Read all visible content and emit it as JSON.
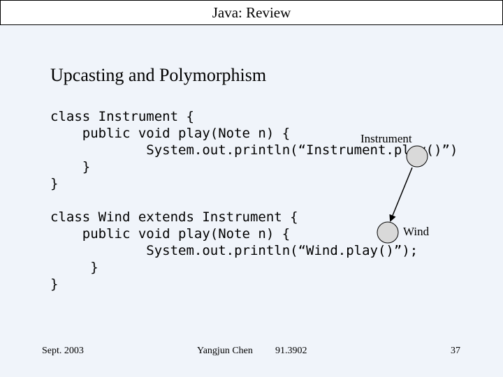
{
  "header": {
    "title": "Java: Review"
  },
  "slide": {
    "title": "Upcasting and Polymorphism",
    "code_block_1": [
      "class Instrument {",
      "    public void play(Note n) {",
      "            System.out.println(“Instrument.play()”)",
      "    }",
      "}"
    ],
    "code_block_2": [
      "class Wind extends Instrument {",
      "    public void play(Note n) {",
      "            System.out.println(“Wind.play()”);",
      "     }",
      "}"
    ]
  },
  "diagram": {
    "parent_label": "Instrument",
    "child_label": "Wind",
    "node_fill": "#d9d9d9",
    "node_stroke": "#000000"
  },
  "footer": {
    "date": "Sept. 2003",
    "author": "Yangjun Chen",
    "course": "91.3902",
    "page": "37"
  }
}
